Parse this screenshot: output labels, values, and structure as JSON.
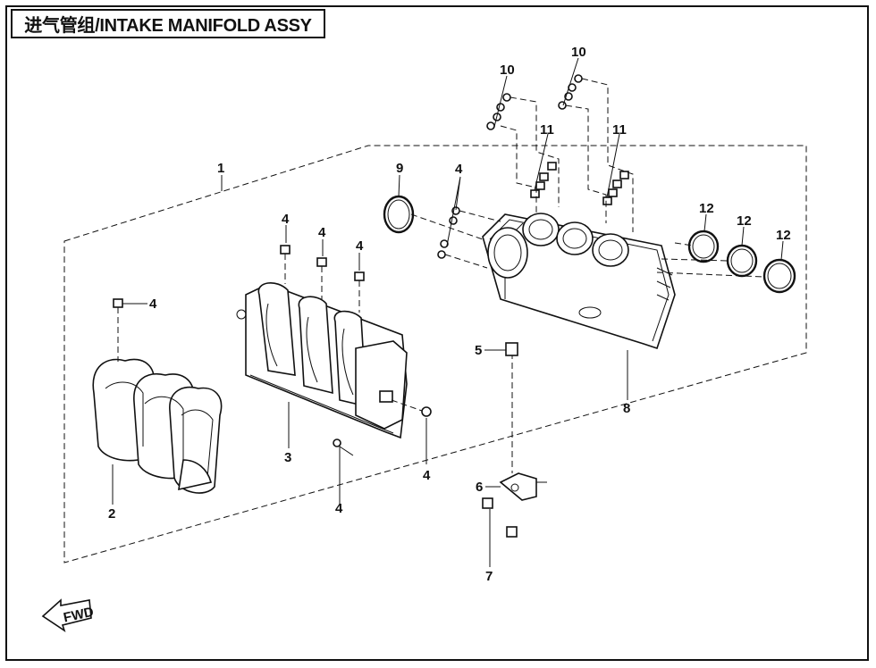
{
  "title": "进气管组/INTAKE MANIFOLD ASSY",
  "fwd_label": "FWD",
  "callouts": {
    "c1": "1",
    "c2": "2",
    "c3": "3",
    "c4a": "4",
    "c4b": "4",
    "c4c": "4",
    "c4d": "4",
    "c4e": "4",
    "c4f": "4",
    "c4g": "4",
    "c5": "5",
    "c6": "6",
    "c7": "7",
    "c8": "8",
    "c9": "9",
    "c10a": "10",
    "c10b": "10",
    "c11a": "11",
    "c11b": "11",
    "c12a": "12",
    "c12b": "12",
    "c12c": "12"
  }
}
